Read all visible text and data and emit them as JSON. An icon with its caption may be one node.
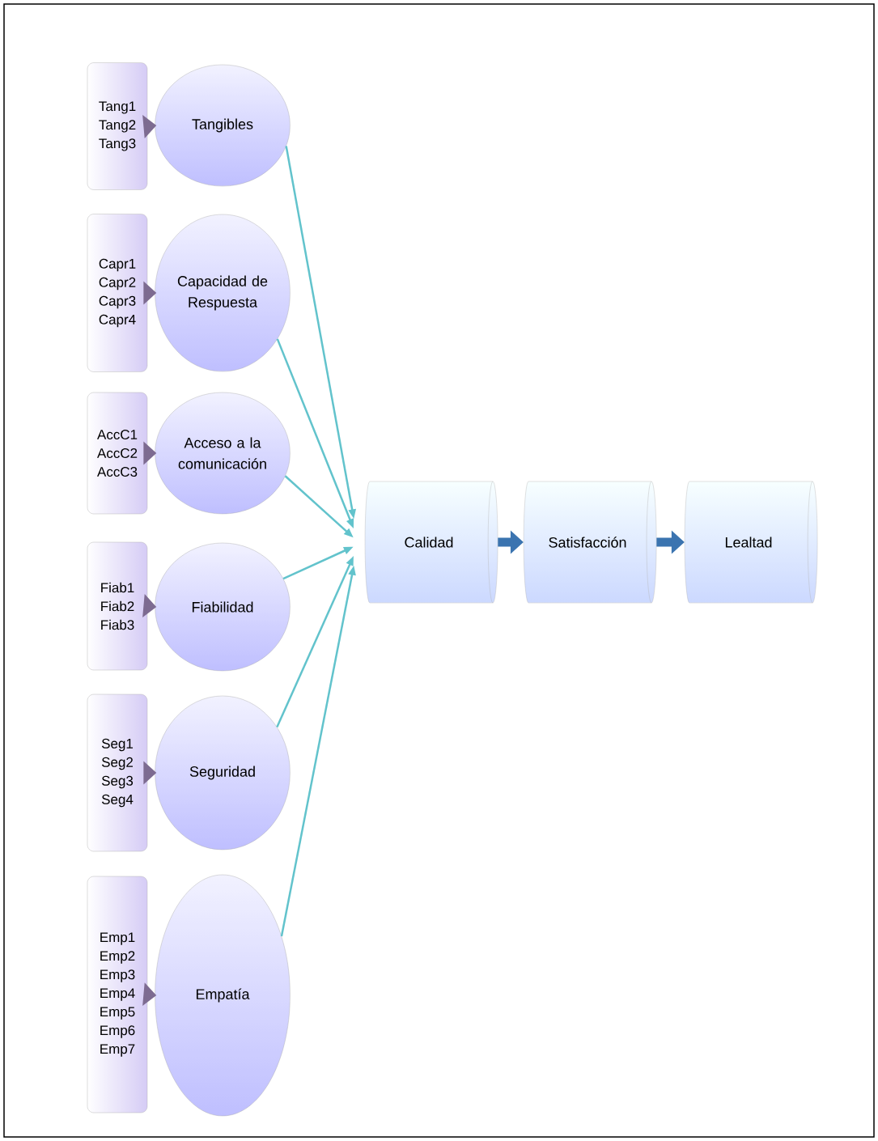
{
  "diagram": {
    "nodes": [
      {
        "text": [
          "Tang1",
          "Tang2",
          "Tang3"
        ]
      },
      {
        "text": [
          "Tangibles"
        ]
      },
      {
        "text": [
          "Capr1",
          "Capr2",
          "Capr3",
          "Capr4"
        ]
      },
      {
        "text": [
          "Capacidad de Respuesta"
        ]
      },
      {
        "text": [
          "AccC1",
          "AccC2",
          "AccC3"
        ]
      },
      {
        "text": [
          "Acceso a la comunicación"
        ]
      },
      {
        "text": [
          "Fiab1",
          "Fiab2",
          "Fiab3"
        ]
      },
      {
        "text": [
          "Fiabilidad"
        ]
      },
      {
        "text": [
          "Seg1",
          "Seg2",
          "Seg3",
          "Seg4"
        ]
      },
      {
        "text": [
          "Seguridad"
        ]
      },
      {
        "text": [
          "Emp1",
          "Emp2",
          "Emp3",
          "Emp4",
          "Emp5",
          "Emp6",
          "Emp7"
        ]
      },
      {
        "text": [
          "Empatía"
        ]
      },
      {
        "text": [
          "Calidad"
        ]
      },
      {
        "text": [
          "Satisfacción"
        ]
      },
      {
        "text": [
          "Lealtad"
        ]
      }
    ],
    "edges": [
      {
        "from": 0,
        "to": 1,
        "arrow": "to",
        "style": "thick",
        "color": "#7d6b91"
      },
      {
        "from": 2,
        "to": 3,
        "arrow": "to",
        "style": "thick",
        "color": "#7d6b91"
      },
      {
        "from": 4,
        "to": 5,
        "arrow": "to",
        "style": "thick",
        "color": "#7d6b91"
      },
      {
        "from": 6,
        "to": 7,
        "arrow": "to",
        "style": "thick",
        "color": "#7d6b91"
      },
      {
        "from": 8,
        "to": 9,
        "arrow": "to",
        "style": "thick",
        "color": "#7d6b91"
      },
      {
        "from": 10,
        "to": 11,
        "arrow": "to",
        "style": "thick",
        "color": "#7d6b91"
      },
      {
        "from": 1,
        "to": 12,
        "arrow": "to"
      },
      {
        "from": 3,
        "to": 12,
        "arrow": "to"
      },
      {
        "from": 5,
        "to": 12,
        "arrow": "to"
      },
      {
        "from": 7,
        "to": 12,
        "arrow": "to"
      },
      {
        "from": 9,
        "to": 12,
        "arrow": "to"
      },
      {
        "from": 11,
        "to": 12,
        "arrow": "to"
      },
      {
        "from": 12,
        "to": 13,
        "arrow": "to",
        "style": "thick",
        "color": "#3b74b0"
      },
      {
        "from": 13,
        "to": 14,
        "arrow": "to",
        "style": "thick",
        "color": "#3b74b0"
      }
    ]
  }
}
